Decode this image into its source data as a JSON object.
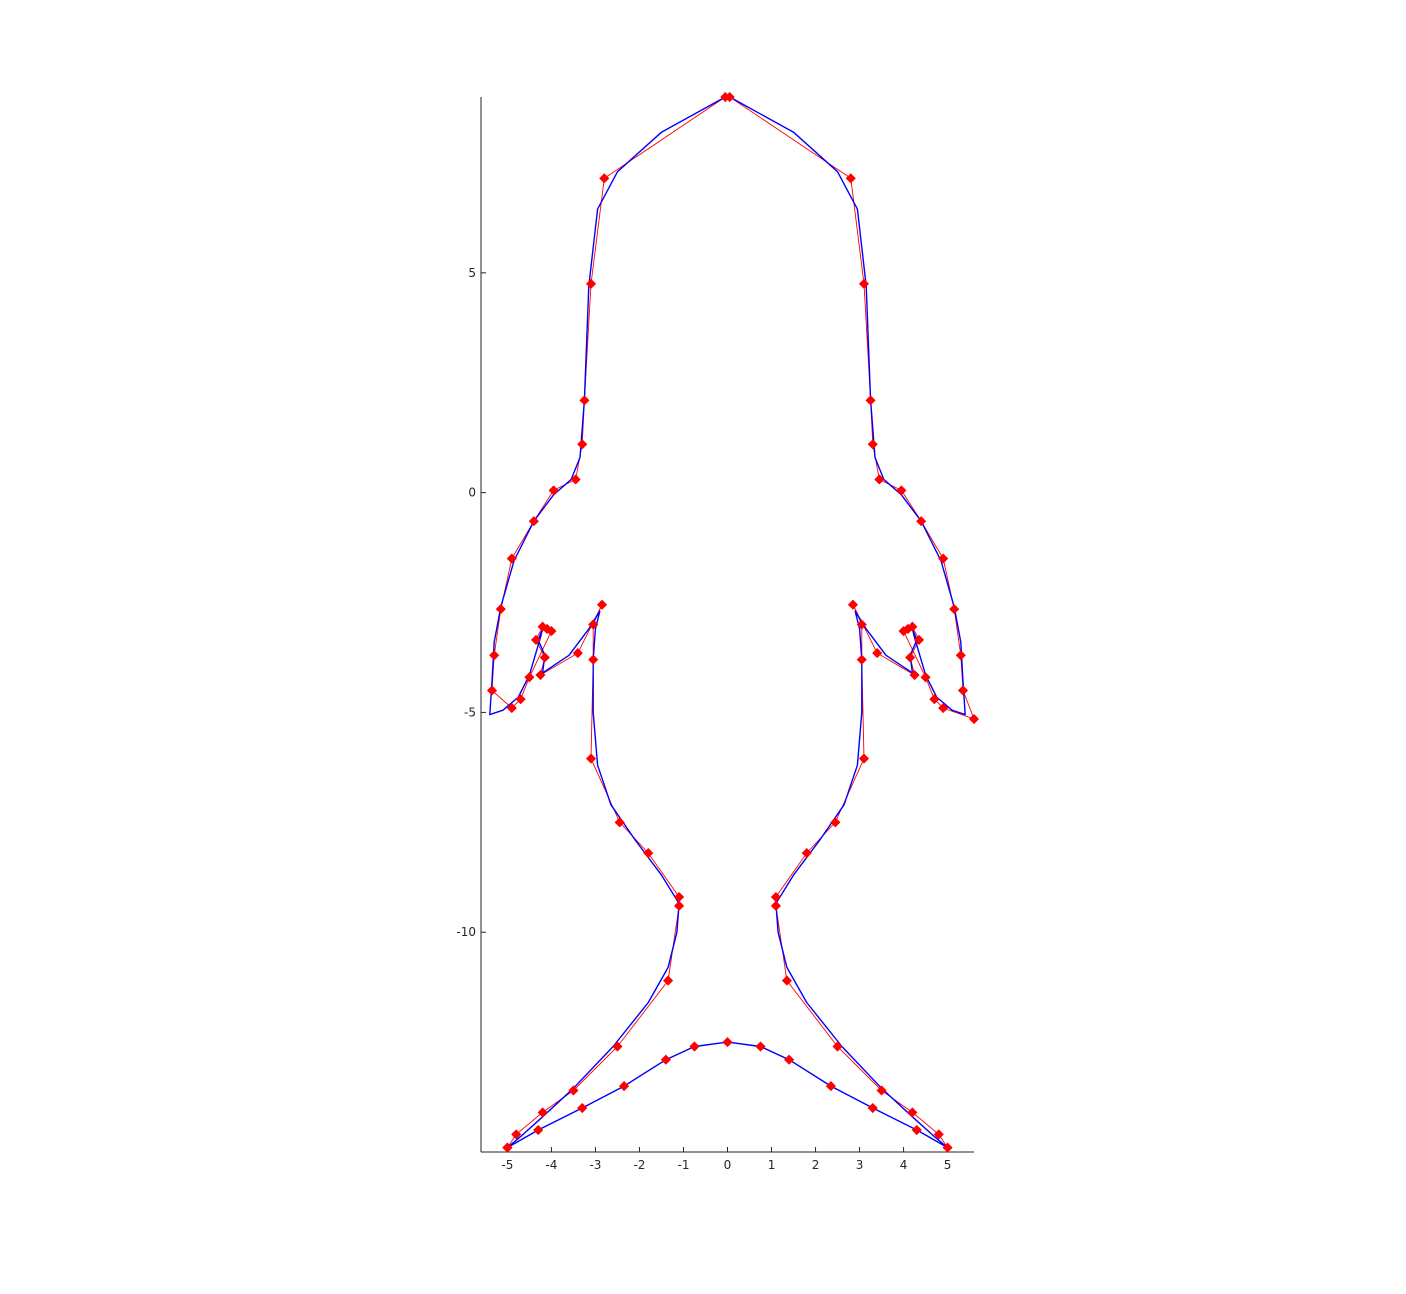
{
  "chart_data": {
    "type": "line",
    "title": "",
    "xlabel": "",
    "ylabel": "",
    "xlim": [
      -5.6,
      5.6
    ],
    "ylim": [
      -15,
      9
    ],
    "grid": false,
    "x_ticks": [
      -5,
      -4,
      -3,
      -2,
      -1,
      0,
      1,
      2,
      3,
      4,
      5
    ],
    "x_tick_labels": [
      "-5",
      "-4",
      "-3",
      "-2",
      "-1",
      "0",
      "1",
      "2",
      "3",
      "4",
      "5"
    ],
    "y_ticks": [
      5,
      0,
      -5,
      -10
    ],
    "y_tick_labels": [
      "5",
      "0",
      "-5",
      "-10"
    ],
    "colors": {
      "curve": "#0000ff",
      "control": "#ff0000",
      "axis": "#262626"
    },
    "series": [
      {
        "kind": "control-polygon",
        "marker": "diamond",
        "points": [
          [
            -5.0,
            -14.9
          ],
          [
            -4.8,
            -14.6
          ],
          [
            -4.2,
            -14.1
          ],
          [
            -3.5,
            -13.6
          ],
          [
            -2.5,
            -12.6
          ],
          [
            -1.35,
            -11.1
          ],
          [
            -1.1,
            -9.4
          ],
          [
            -1.1,
            -9.2
          ],
          [
            -1.8,
            -8.2
          ],
          [
            -2.45,
            -7.5
          ],
          [
            -3.1,
            -6.05
          ],
          [
            -3.05,
            -3.8
          ],
          [
            -3.05,
            -3.0
          ],
          [
            -2.85,
            -2.55
          ],
          [
            -3.4,
            -3.65
          ],
          [
            -4.25,
            -4.15
          ],
          [
            -4.15,
            -3.75
          ],
          [
            -4.35,
            -3.35
          ],
          [
            -4.2,
            -3.05
          ],
          [
            -4.1,
            -3.1
          ],
          [
            -4.0,
            -3.15
          ],
          [
            -4.5,
            -4.2
          ],
          [
            -4.7,
            -4.7
          ],
          [
            -4.9,
            -4.9
          ],
          [
            -5.35,
            -4.5
          ],
          [
            -5.3,
            -3.7
          ],
          [
            -5.15,
            -2.65
          ],
          [
            -4.9,
            -1.5
          ],
          [
            -4.4,
            -0.65
          ],
          [
            -3.95,
            0.05
          ],
          [
            -3.45,
            0.3
          ],
          [
            -3.3,
            1.1
          ],
          [
            -3.25,
            2.1
          ],
          [
            -3.1,
            4.75
          ],
          [
            -2.8,
            7.15
          ],
          [
            -0.05,
            9.0
          ],
          [
            0.05,
            9.0
          ],
          [
            2.8,
            7.15
          ],
          [
            3.1,
            4.75
          ],
          [
            3.25,
            2.1
          ],
          [
            3.3,
            1.1
          ],
          [
            3.45,
            0.3
          ],
          [
            3.95,
            0.05
          ],
          [
            4.4,
            -0.65
          ],
          [
            4.9,
            -1.5
          ],
          [
            5.15,
            -2.65
          ],
          [
            5.3,
            -3.7
          ],
          [
            5.35,
            -4.5
          ],
          [
            5.6,
            -5.15
          ],
          [
            4.9,
            -4.9
          ],
          [
            4.7,
            -4.7
          ],
          [
            4.5,
            -4.2
          ],
          [
            4.0,
            -3.15
          ],
          [
            4.1,
            -3.1
          ],
          [
            4.2,
            -3.05
          ],
          [
            4.35,
            -3.35
          ],
          [
            4.15,
            -3.75
          ],
          [
            4.25,
            -4.15
          ],
          [
            3.4,
            -3.65
          ],
          [
            2.85,
            -2.55
          ],
          [
            3.05,
            -3.0
          ],
          [
            3.05,
            -3.8
          ],
          [
            3.1,
            -6.05
          ],
          [
            2.45,
            -7.5
          ],
          [
            1.8,
            -8.2
          ],
          [
            1.1,
            -9.2
          ],
          [
            1.1,
            -9.4
          ],
          [
            1.35,
            -11.1
          ],
          [
            2.5,
            -12.6
          ],
          [
            3.5,
            -13.6
          ],
          [
            4.2,
            -14.1
          ],
          [
            4.8,
            -14.6
          ],
          [
            5.0,
            -14.9
          ],
          [
            4.3,
            -14.5
          ],
          [
            3.3,
            -14.0
          ],
          [
            2.35,
            -13.5
          ],
          [
            1.4,
            -12.9
          ],
          [
            0.75,
            -12.6
          ],
          [
            0.0,
            -12.5
          ],
          [
            -0.75,
            -12.6
          ],
          [
            -1.4,
            -12.9
          ],
          [
            -2.35,
            -13.5
          ],
          [
            -3.3,
            -14.0
          ],
          [
            -4.3,
            -14.5
          ],
          [
            -5.0,
            -14.9
          ]
        ]
      },
      {
        "kind": "fitted-curve",
        "points": [
          [
            -5.0,
            -14.9
          ],
          [
            -4.7,
            -14.65
          ],
          [
            -4.2,
            -14.2
          ],
          [
            -3.5,
            -13.55
          ],
          [
            -2.6,
            -12.6
          ],
          [
            -1.8,
            -11.6
          ],
          [
            -1.35,
            -10.8
          ],
          [
            -1.15,
            -10.0
          ],
          [
            -1.1,
            -9.35
          ],
          [
            -1.5,
            -8.7
          ],
          [
            -2.1,
            -7.9
          ],
          [
            -2.65,
            -7.1
          ],
          [
            -2.95,
            -6.2
          ],
          [
            -3.05,
            -5.0
          ],
          [
            -3.05,
            -3.8
          ],
          [
            -3.0,
            -3.1
          ],
          [
            -2.9,
            -2.7
          ],
          [
            -3.15,
            -3.1
          ],
          [
            -3.6,
            -3.7
          ],
          [
            -4.2,
            -4.1
          ],
          [
            -4.15,
            -3.7
          ],
          [
            -4.3,
            -3.35
          ],
          [
            -4.2,
            -3.1
          ],
          [
            -4.25,
            -3.3
          ],
          [
            -4.5,
            -4.15
          ],
          [
            -4.75,
            -4.65
          ],
          [
            -5.1,
            -4.95
          ],
          [
            -5.4,
            -5.05
          ],
          [
            -5.35,
            -4.3
          ],
          [
            -5.3,
            -3.4
          ],
          [
            -5.15,
            -2.6
          ],
          [
            -4.85,
            -1.55
          ],
          [
            -4.4,
            -0.65
          ],
          [
            -3.95,
            -0.05
          ],
          [
            -3.55,
            0.3
          ],
          [
            -3.35,
            0.8
          ],
          [
            -3.25,
            2.1
          ],
          [
            -3.15,
            4.7
          ],
          [
            -2.95,
            6.45
          ],
          [
            -2.5,
            7.3
          ],
          [
            -1.5,
            8.2
          ],
          [
            -0.05,
            9.0
          ],
          [
            0.05,
            9.0
          ],
          [
            1.5,
            8.2
          ],
          [
            2.5,
            7.3
          ],
          [
            2.95,
            6.45
          ],
          [
            3.15,
            4.7
          ],
          [
            3.25,
            2.1
          ],
          [
            3.35,
            0.8
          ],
          [
            3.55,
            0.3
          ],
          [
            3.95,
            -0.05
          ],
          [
            4.4,
            -0.65
          ],
          [
            4.85,
            -1.55
          ],
          [
            5.15,
            -2.6
          ],
          [
            5.3,
            -3.4
          ],
          [
            5.35,
            -4.3
          ],
          [
            5.4,
            -5.05
          ],
          [
            5.1,
            -4.95
          ],
          [
            4.75,
            -4.65
          ],
          [
            4.5,
            -4.15
          ],
          [
            4.25,
            -3.3
          ],
          [
            4.2,
            -3.1
          ],
          [
            4.3,
            -3.35
          ],
          [
            4.15,
            -3.7
          ],
          [
            4.2,
            -4.1
          ],
          [
            3.6,
            -3.7
          ],
          [
            3.15,
            -3.1
          ],
          [
            2.9,
            -2.7
          ],
          [
            3.0,
            -3.1
          ],
          [
            3.05,
            -3.8
          ],
          [
            3.05,
            -5.0
          ],
          [
            2.95,
            -6.2
          ],
          [
            2.65,
            -7.1
          ],
          [
            2.1,
            -7.9
          ],
          [
            1.5,
            -8.7
          ],
          [
            1.1,
            -9.35
          ],
          [
            1.15,
            -10.0
          ],
          [
            1.35,
            -10.8
          ],
          [
            1.8,
            -11.6
          ],
          [
            2.6,
            -12.6
          ],
          [
            3.5,
            -13.55
          ],
          [
            4.2,
            -14.2
          ],
          [
            4.7,
            -14.65
          ],
          [
            5.0,
            -14.9
          ],
          [
            4.3,
            -14.5
          ],
          [
            3.3,
            -14.0
          ],
          [
            2.35,
            -13.5
          ],
          [
            1.4,
            -12.9
          ],
          [
            0.75,
            -12.6
          ],
          [
            0.0,
            -12.5
          ],
          [
            -0.75,
            -12.6
          ],
          [
            -1.4,
            -12.9
          ],
          [
            -2.35,
            -13.5
          ],
          [
            -3.3,
            -14.0
          ],
          [
            -4.3,
            -14.5
          ],
          [
            -5.0,
            -14.9
          ]
        ]
      }
    ]
  }
}
